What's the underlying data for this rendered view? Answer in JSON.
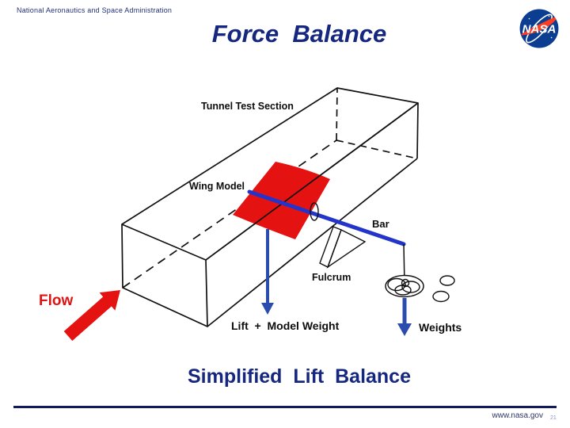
{
  "header": {
    "agency": "National Aeronautics and Space Administration"
  },
  "logo": {
    "text": "NASA",
    "circle_blue": "#0b3d91",
    "swoosh_red": "#fc3d21"
  },
  "title": "Force  Balance",
  "diagram": {
    "labels": {
      "tunnel": "Tunnel Test Section",
      "wing": "Wing Model",
      "bar": "Bar",
      "fulcrum": "Fulcrum",
      "lift": "Lift  +  Model Weight",
      "weights": "Weights",
      "flow": "Flow"
    },
    "colors": {
      "model_red": "#e51212",
      "bar_blue": "#2334cb",
      "arrow_blue": "#2a4cae",
      "line_black": "#111111"
    }
  },
  "caption": "Simplified  Lift  Balance",
  "footer": {
    "url": "www.nasa.gov",
    "page": "21"
  }
}
